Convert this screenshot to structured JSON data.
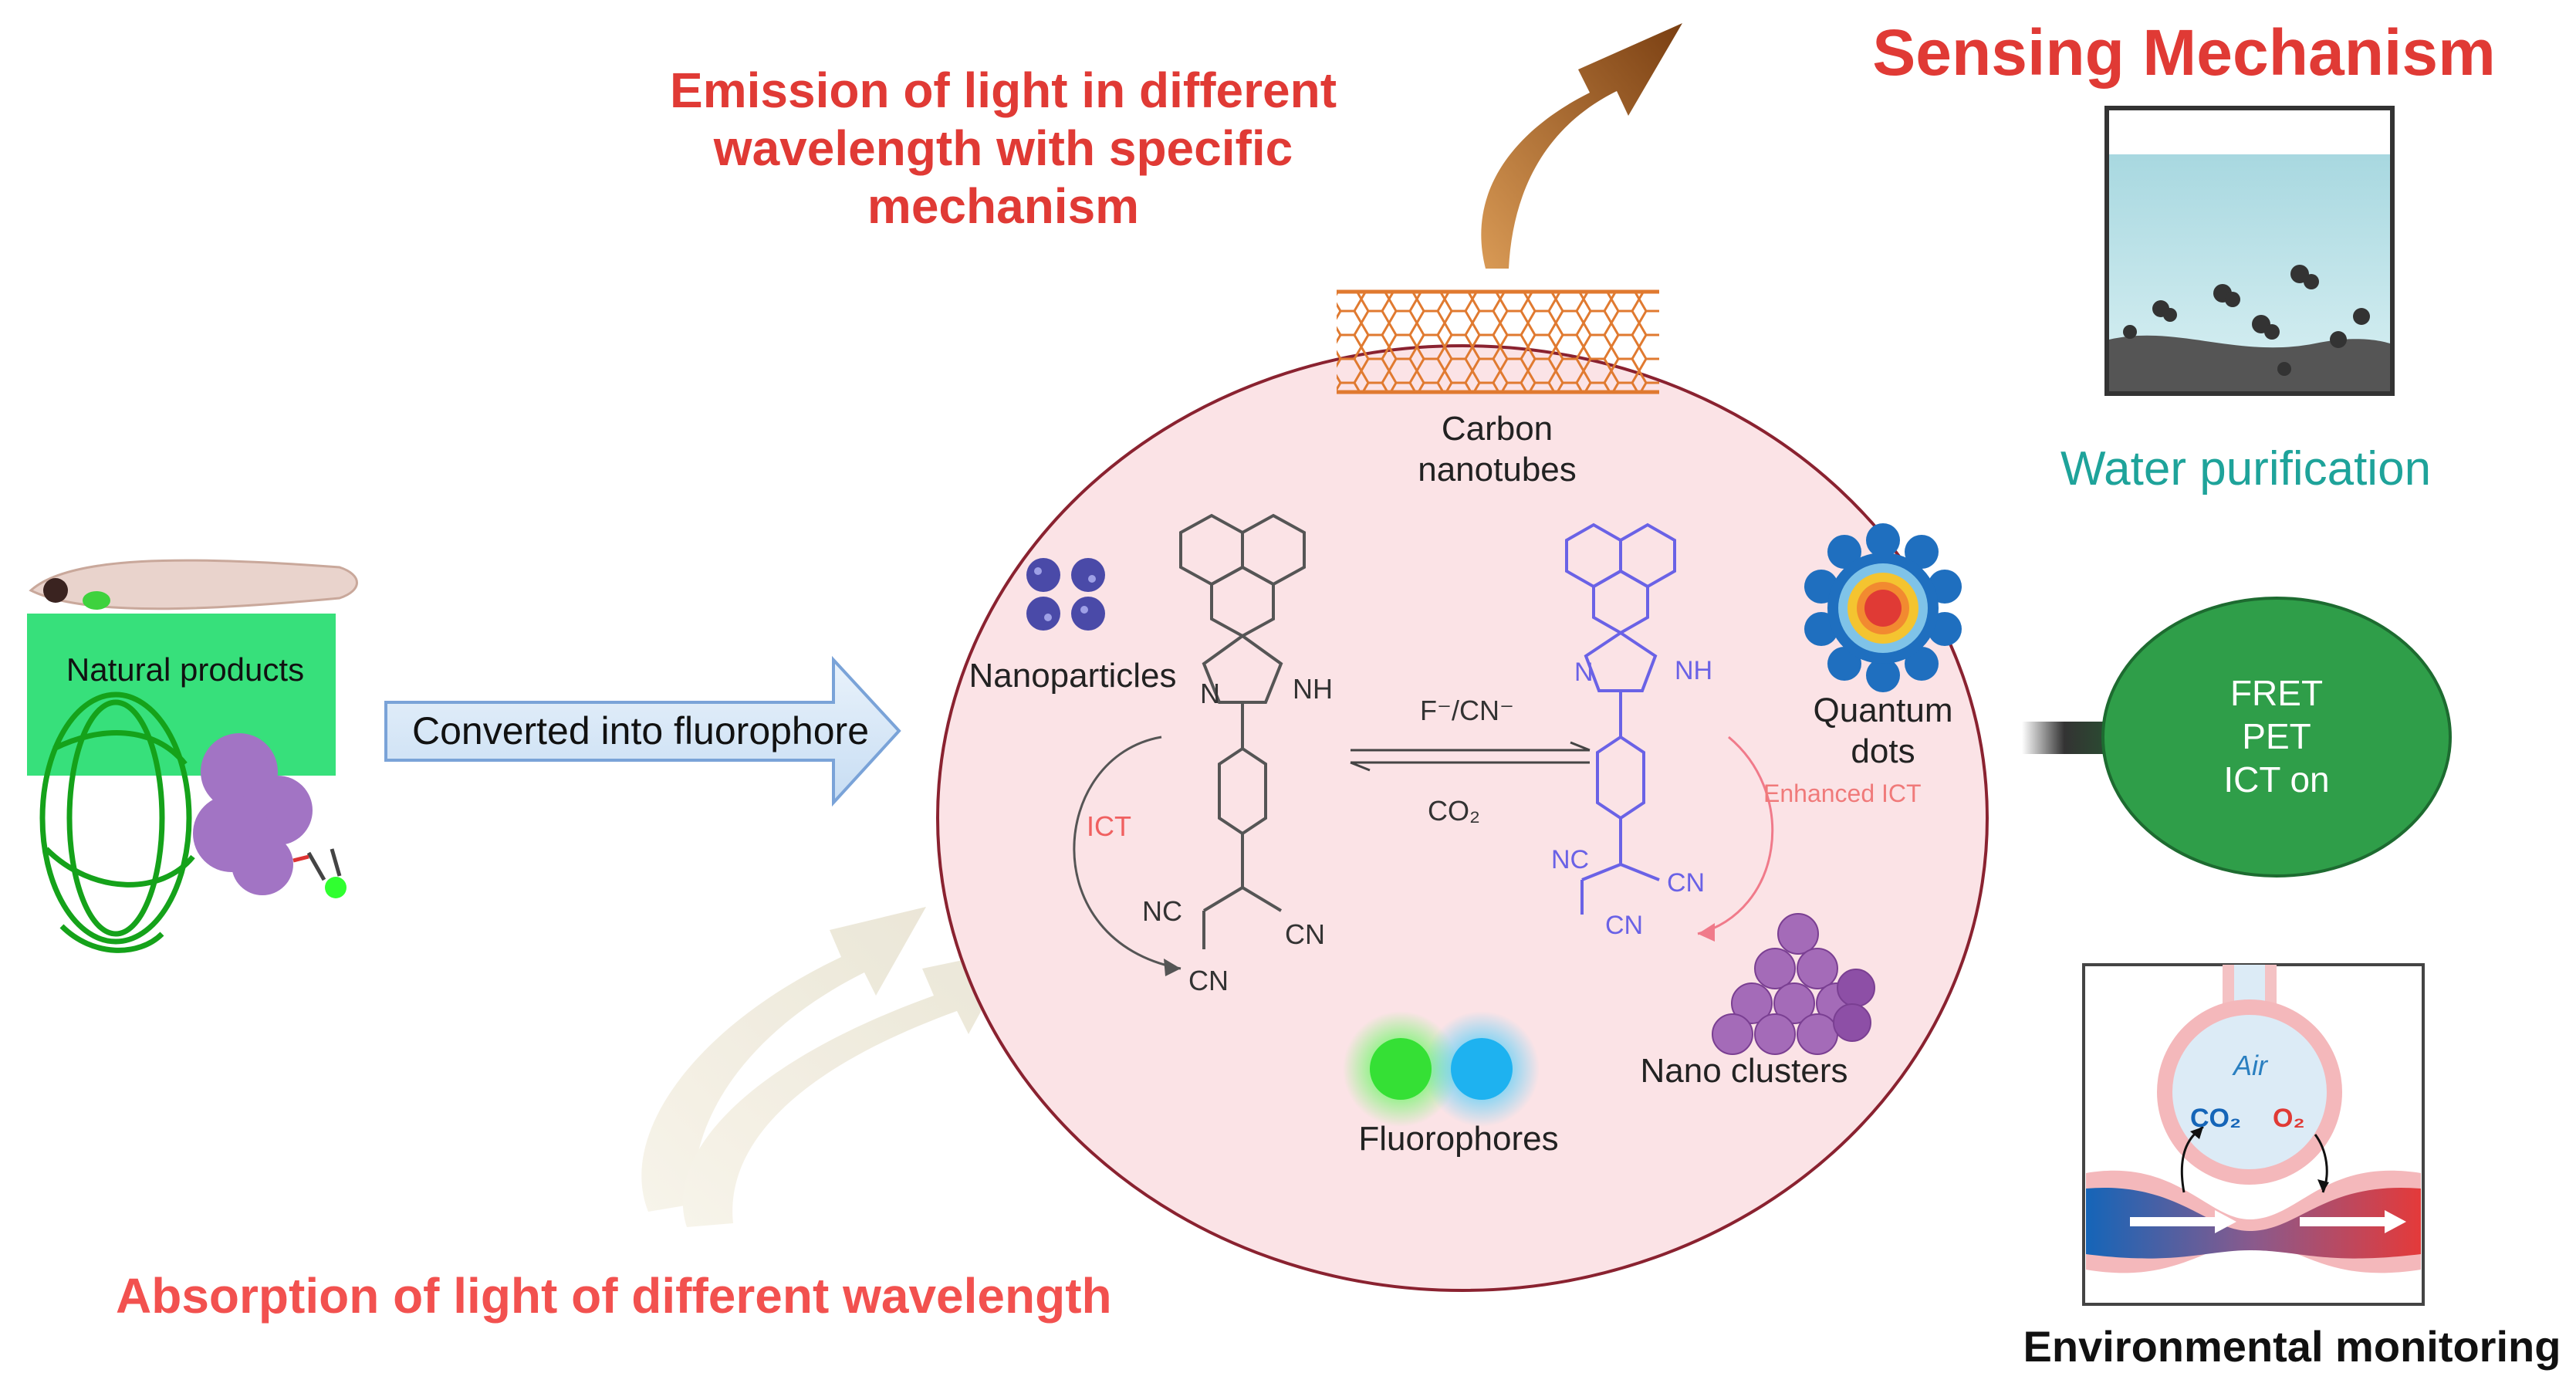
{
  "headline": "Sensing Mechanism",
  "emission_text": [
    "Emission of light in different",
    "wavelength with specific",
    "mechanism"
  ],
  "absorption_text": "Absorption of light of different wavelength",
  "natural_products": "Natural products",
  "converted_label": "Converted into fluorophore",
  "circle": {
    "carbon_nanotubes": [
      "Carbon",
      "nanotubes"
    ],
    "nanoparticles": "Nanoparticles",
    "quantum_dots": [
      "Quantum",
      "dots"
    ],
    "nano_clusters": "Nano clusters",
    "fluorophores": "Fluorophores",
    "equilibrium_top": "F⁻/CN⁻",
    "equilibrium_bottom": "CO₂",
    "ict": "ICT",
    "enhanced_ict": "Enhanced ICT",
    "molecule_left": {
      "nh": "NH",
      "n": "N",
      "nc": "NC",
      "cn1": "CN",
      "cn2": "CN"
    },
    "molecule_right": {
      "nh": "NH",
      "n": "N",
      "nc": "NC",
      "cn1": "CN",
      "cn2": "CN"
    }
  },
  "water_purification": "Water purification",
  "mechanism_oval": [
    "FRET",
    "PET",
    "ICT on"
  ],
  "environmental": {
    "air": "Air",
    "co2": "CO₂",
    "o2": "O₂",
    "caption": "Environmental monitoring"
  },
  "colors": {
    "accent_red": "#e03a35",
    "circle_fill": "#fbe3e6",
    "oval_green": "#2f9e49",
    "teal": "#1ea39a",
    "arrow_brown": "#8b4513",
    "blue_molecule": "#6a62e6"
  }
}
